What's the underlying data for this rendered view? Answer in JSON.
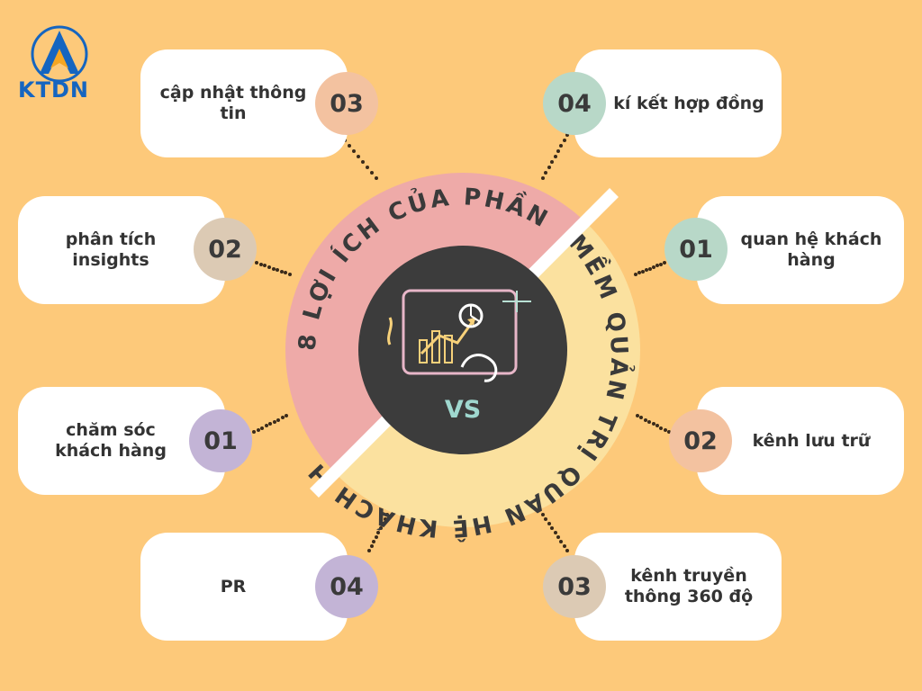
{
  "logo": {
    "text": "KTDN"
  },
  "center": {
    "label": "VS"
  },
  "ring": {
    "text_left": "8 LỢI ÍCH CỦA PHẦN",
    "text_right": "MỀM QUẢN TRỊ QUAN HỆ KHÁCH HÀNG"
  },
  "left_cards": [
    {
      "text": "cập nhật thông tin",
      "badge": "03",
      "badge_color": "#f3c2a0"
    },
    {
      "text": "phân tích insights",
      "badge": "02",
      "badge_color": "#dccab4"
    },
    {
      "text": "chăm sóc khách hàng",
      "badge": "01",
      "badge_color": "#c3b4d6"
    },
    {
      "text": "PR",
      "badge": "04",
      "badge_color": "#c3b4d6"
    }
  ],
  "right_cards": [
    {
      "text": "kí kết hợp đồng",
      "badge": "04",
      "badge_color": "#b8d8c8"
    },
    {
      "text": "quan hệ khách hàng",
      "badge": "01",
      "badge_color": "#b8d8c8"
    },
    {
      "text": "kênh lưu trữ",
      "badge": "02",
      "badge_color": "#f3c2a0"
    },
    {
      "text": "kênh truyền thông 360 độ",
      "badge": "03",
      "badge_color": "#dccab4"
    }
  ],
  "colors": {
    "background": "#fdc97a",
    "ring_pink": "#eeaaa8",
    "ring_yellow": "#fbe19f",
    "center": "#3c3c3c",
    "logo_blue": "#1565c0"
  }
}
